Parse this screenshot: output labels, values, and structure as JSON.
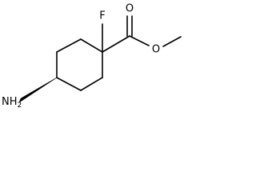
{
  "molecule": {
    "atoms": {
      "fluorine": "F",
      "carbonyl_oxygen": "O",
      "ester_oxygen": "O",
      "amine": "NH",
      "amine_subscript": "2"
    },
    "colors": {
      "bond": "#000000",
      "label": "#000000",
      "background": "#ffffff"
    }
  }
}
